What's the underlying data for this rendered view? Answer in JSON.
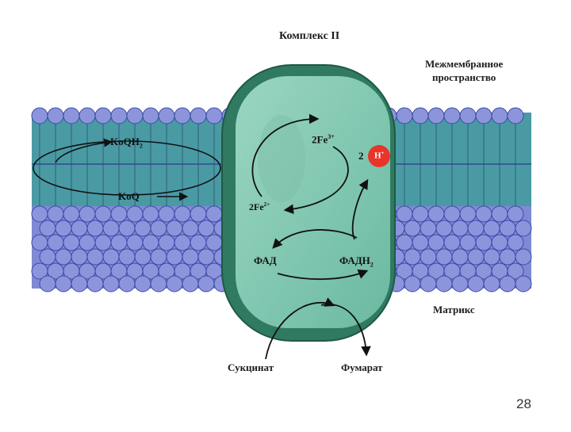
{
  "title": "Комплекс II",
  "labels": {
    "intermembrane": "Межмембранное пространство",
    "intermembrane_line1": "Межмембранное",
    "intermembrane_line2": "пространство",
    "matrix": "Матрикс",
    "koqh2": "KoQH",
    "koqh2_sub": "2",
    "koq": "KoQ",
    "fe3": "2Fe",
    "fe3_sup": "3+",
    "fe2": "2Fe",
    "fe2_sup": "2+",
    "h_coef": "2",
    "h": "H",
    "h_sup": "+",
    "fad": "ФАД",
    "fadh2": "ФАДН",
    "fadh2_sub": "2",
    "succinate": "Сукцинат",
    "fumarate": "Фумарат",
    "page_number": "28"
  },
  "colors": {
    "membrane_head": "#8c95dc",
    "membrane_head_stroke": "#3b4aa6",
    "membrane_band": "#4a9aa4",
    "protein_outer": "#2f7a60",
    "protein_inner": "#86c9b3",
    "h_ion": "#e8352a"
  }
}
